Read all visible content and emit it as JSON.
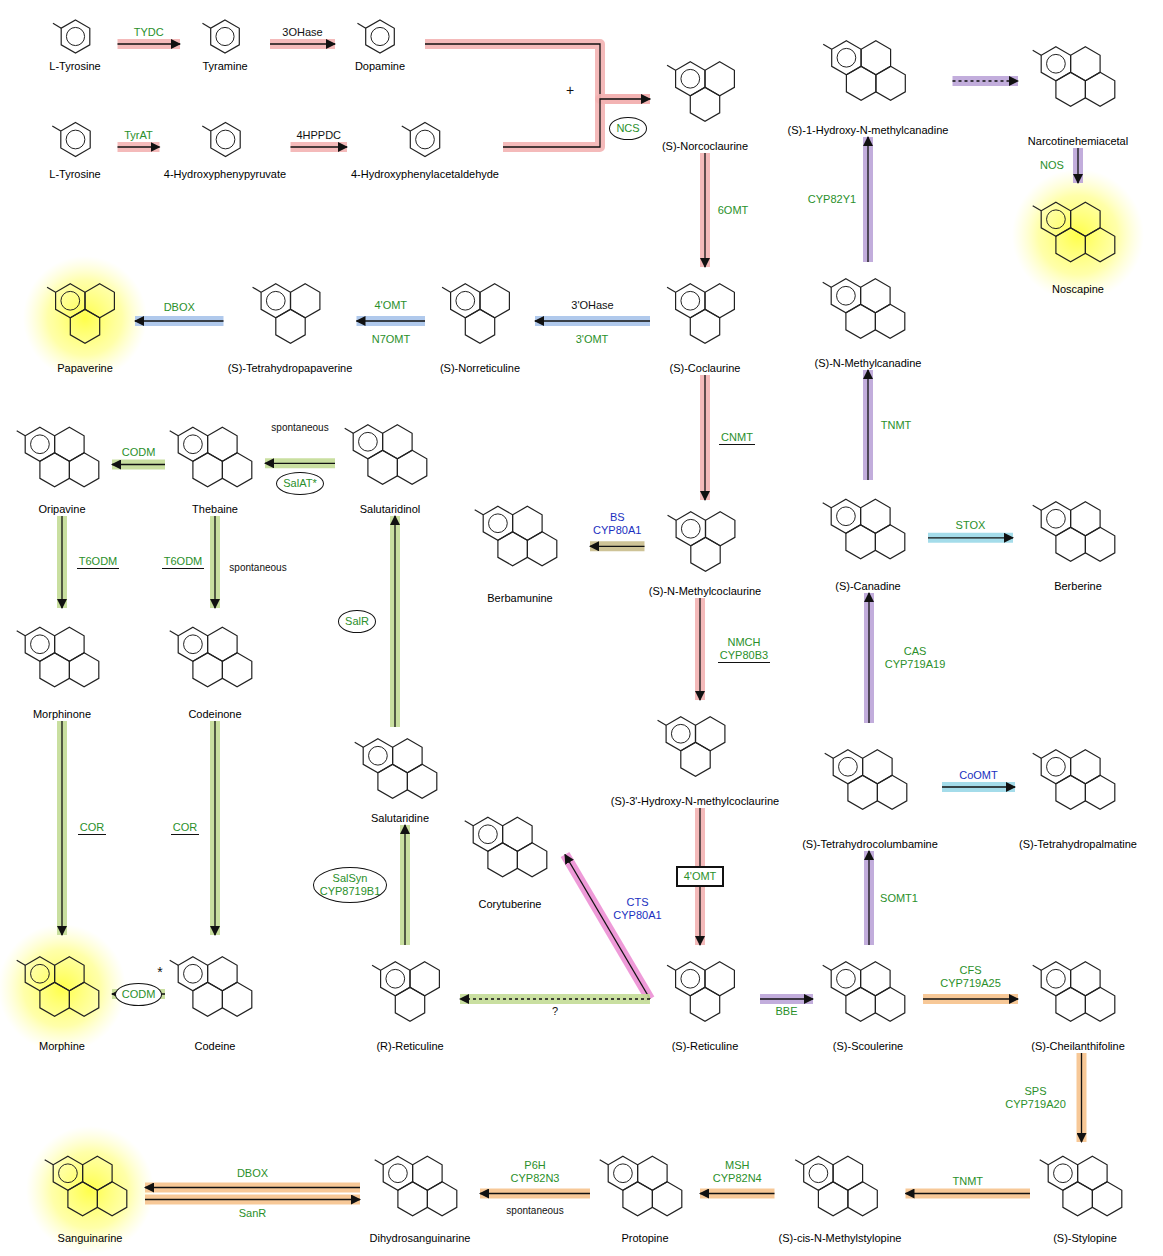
{
  "diagram": {
    "nodes": [
      {
        "text": [
          "L-Tyrosine"
        ]
      },
      {
        "text": [
          "Tyramine"
        ]
      },
      {
        "text": [
          "Dopamine"
        ]
      },
      {
        "text": [
          "L-Tyrosine"
        ]
      },
      {
        "text": [
          "4-Hydroxyphenypyruvate"
        ]
      },
      {
        "text": [
          "4-Hydroxyphenylacetaldehyde"
        ]
      },
      {
        "text": [
          "(S)-Norcoclaurine"
        ]
      },
      {
        "text": [
          "(S)-1-Hydroxy-N-methylcanadine"
        ]
      },
      {
        "text": [
          "Narcotinehemiacetal"
        ]
      },
      {
        "text": [
          "Papaverine"
        ]
      },
      {
        "text": [
          "(S)-Tetrahydropapaverine"
        ]
      },
      {
        "text": [
          "(S)-Norreticuline"
        ]
      },
      {
        "text": [
          "(S)-Coclaurine"
        ]
      },
      {
        "text": [
          "Noscapine"
        ]
      },
      {
        "text": [
          "(S)-N-Methylcanadine"
        ]
      },
      {
        "text": [
          "Oripavine"
        ]
      },
      {
        "text": [
          "Thebaine"
        ]
      },
      {
        "text": [
          "Salutaridinol"
        ]
      },
      {
        "text": [
          "Berbamunine"
        ]
      },
      {
        "text": [
          "(S)-N-Methylcoclaurine"
        ]
      },
      {
        "text": [
          "(S)-Canadine"
        ]
      },
      {
        "text": [
          "Berberine"
        ]
      },
      {
        "text": [
          "Morphinone"
        ]
      },
      {
        "text": [
          "Codeinone"
        ]
      },
      {
        "text": [
          "Salutaridine"
        ]
      },
      {
        "text": [
          "(S)-3'-Hydroxy-N-methylcoclaurine"
        ]
      },
      {
        "text": [
          "(S)-Tetrahydrocolumbamine"
        ]
      },
      {
        "text": [
          "(S)-Tetrahydropalmatine"
        ]
      },
      {
        "text": [
          "Corytuberine"
        ]
      },
      {
        "text": [
          "Morphine"
        ]
      },
      {
        "text": [
          "Codeine"
        ]
      },
      {
        "text": [
          "(R)-Reticuline"
        ]
      },
      {
        "text": [
          "(S)-Reticuline"
        ]
      },
      {
        "text": [
          "(S)-Scoulerine"
        ]
      },
      {
        "text": [
          "(S)-Cheilanthifoline"
        ]
      },
      {
        "text": [
          "Sanguinarine"
        ]
      },
      {
        "text": [
          "Dihydrosanguinarine"
        ]
      },
      {
        "text": [
          "Protopine"
        ]
      },
      {
        "text": [
          "(S)-cis-N-Methylstylopine"
        ]
      },
      {
        "text": [
          "(S)-Stylopine"
        ]
      }
    ],
    "edges": [
      {
        "from": 0,
        "to": 1,
        "label": "TYDC",
        "arrow": "to"
      },
      {
        "from": 1,
        "to": 2,
        "label": "3OHase",
        "arrow": "to"
      },
      {
        "from": 3,
        "to": 4,
        "label": "TyrAT",
        "arrow": "to"
      },
      {
        "from": 4,
        "to": 5,
        "label": "4HPPDC",
        "arrow": "to"
      },
      {
        "from": 2,
        "to": 6,
        "arrow": "to"
      },
      {
        "from": 5,
        "to": 6,
        "label": "NCS",
        "arrow": "to"
      },
      {
        "from": 6,
        "to": 12,
        "label": "6OMT",
        "arrow": "to"
      },
      {
        "from": 12,
        "to": 11,
        "label": "3'OHase",
        "arrow": "to"
      },
      {
        "from": 11,
        "to": 10,
        "label": "4'OMT",
        "arrow": "to"
      },
      {
        "from": 10,
        "to": 9,
        "label": "DBOX",
        "arrow": "to"
      },
      {
        "from": 12,
        "to": 19,
        "label": "CNMT",
        "arrow": "to"
      },
      {
        "from": 19,
        "to": 18,
        "label": "BS CYP80A1",
        "arrow": "to"
      },
      {
        "from": 19,
        "to": 25,
        "label": "NMCH CYP80B3",
        "arrow": "to"
      },
      {
        "from": 25,
        "to": 32,
        "label": "4'OMT",
        "arrow": "to"
      },
      {
        "from": 32,
        "to": 28,
        "label": "CTS CYP80A1",
        "arrow": "to"
      },
      {
        "from": 32,
        "to": 31,
        "label": "?",
        "arrow": "to"
      },
      {
        "from": 31,
        "to": 24,
        "label": "SalSyn CYP8719B1",
        "arrow": "to"
      },
      {
        "from": 24,
        "to": 17,
        "label": "SalR",
        "arrow": "to"
      },
      {
        "from": 17,
        "to": 16,
        "label": "SalAT*",
        "arrow": "to"
      },
      {
        "from": 16,
        "to": 15,
        "label": "CODM",
        "arrow": "to"
      },
      {
        "from": 15,
        "to": 22,
        "label": "T6ODM",
        "arrow": "to"
      },
      {
        "from": 16,
        "to": 23,
        "label": "T6ODM",
        "arrow": "to"
      },
      {
        "from": 22,
        "to": 29,
        "label": "COR",
        "arrow": "to"
      },
      {
        "from": 23,
        "to": 30,
        "label": "COR",
        "arrow": "to"
      },
      {
        "from": 30,
        "to": 29,
        "label": "CODM",
        "arrow": "to"
      },
      {
        "from": 32,
        "to": 33,
        "label": "BBE",
        "arrow": "to"
      },
      {
        "from": 33,
        "to": 34,
        "label": "CFS CYP719A25",
        "arrow": "to"
      },
      {
        "from": 34,
        "to": 39,
        "label": "SPS CYP719A20",
        "arrow": "to"
      },
      {
        "from": 39,
        "to": 38,
        "label": "TNMT",
        "arrow": "to"
      },
      {
        "from": 38,
        "to": 37,
        "label": "MSH CYP82N4",
        "arrow": "to"
      },
      {
        "from": 37,
        "to": 36,
        "label": "P6H CYP82N3",
        "arrow": "to"
      },
      {
        "from": 36,
        "to": 35,
        "label": "DBOX",
        "arrow": "to"
      },
      {
        "from": 35,
        "to": 36,
        "label": "SanR",
        "arrow": "to"
      },
      {
        "from": 33,
        "to": 26,
        "label": "SOMT1",
        "arrow": "to"
      },
      {
        "from": 26,
        "to": 27,
        "label": "CoOMT",
        "arrow": "to"
      },
      {
        "from": 26,
        "to": 20,
        "label": "CAS CYP719A19",
        "arrow": "to"
      },
      {
        "from": 20,
        "to": 21,
        "label": "STOX",
        "arrow": "to"
      },
      {
        "from": 20,
        "to": 14,
        "label": "TNMT",
        "arrow": "to"
      },
      {
        "from": 14,
        "to": 7,
        "label": "CYP82Y1",
        "arrow": "to"
      },
      {
        "from": 7,
        "to": 8,
        "arrow": "to"
      },
      {
        "from": 8,
        "to": 13,
        "label": "NOS",
        "arrow": "to"
      }
    ],
    "labels": [
      "+",
      "3'OMT",
      "N7OMT",
      "spontaneous",
      "spontaneous",
      "spontaneous",
      "*"
    ]
  }
}
